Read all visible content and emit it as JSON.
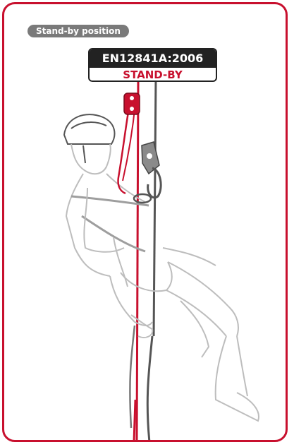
{
  "section_label": "Stand-by position",
  "standard_box": {
    "code": "EN12841A:2006",
    "status": "STAND-BY"
  },
  "colors": {
    "border": "#c8102e",
    "label_bg": "#7a7a7a",
    "box_dark": "#222222",
    "red_rope": "#c8102e",
    "grey_rope": "#555555",
    "figure_outline": "#bdbdbd"
  },
  "icons": [
    "rope-adjuster-device",
    "descender-device",
    "carabiner",
    "helmet"
  ]
}
